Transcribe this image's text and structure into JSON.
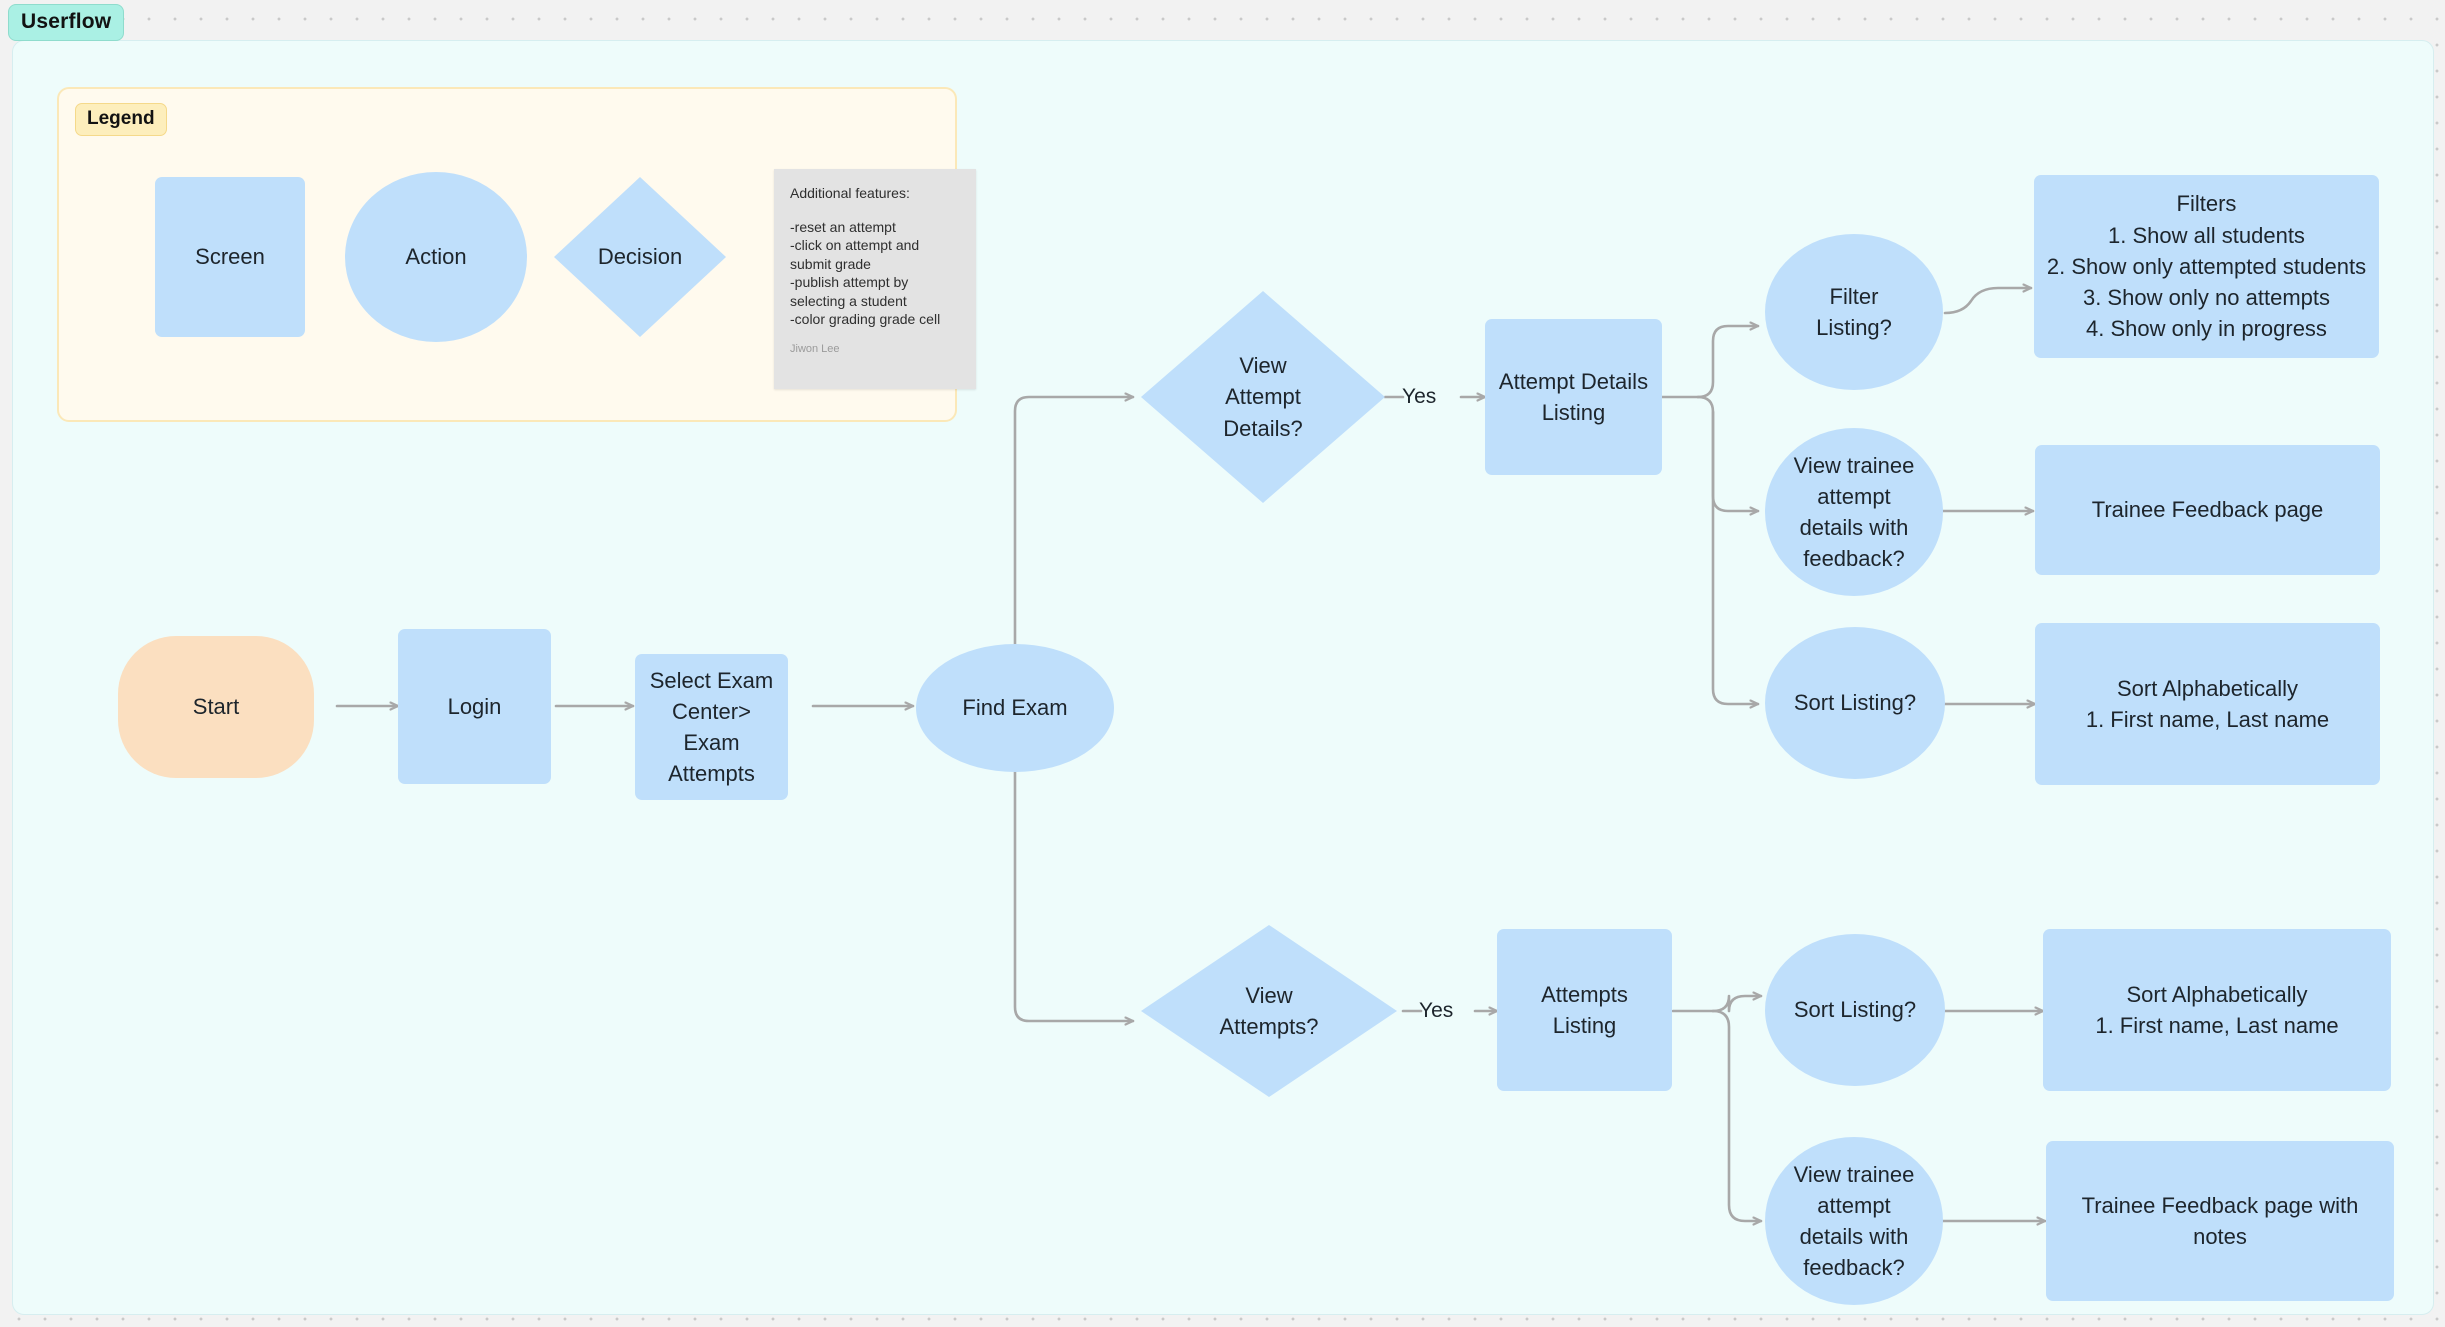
{
  "frame": {
    "tab_label": "Userflow",
    "background": "#eefcfb",
    "canvas_background": "#f2f2f2"
  },
  "legend": {
    "badge_label": "Legend",
    "background": "#fffaee",
    "border": "#fbe8b8",
    "shapes": [
      {
        "name": "screen",
        "label": "Screen",
        "shape": "rectangle",
        "fill": "#bfdffb"
      },
      {
        "name": "action",
        "label": "Action",
        "shape": "ellipse",
        "fill": "#bfdffb"
      },
      {
        "name": "decision",
        "label": "Decision",
        "shape": "diamond",
        "fill": "#bfdffb"
      }
    ],
    "sticky_note": {
      "title": "Additional features:",
      "items": [
        "-reset an attempt",
        "-click on attempt and submit grade",
        "-publish attempt by selecting a student",
        "-color grading grade cell"
      ],
      "author": "Jiwon Lee",
      "fill": "#e3e3e3"
    }
  },
  "colors": {
    "node_blue": "#bfdffb",
    "start_peach": "#fbdfc0",
    "connector_gray": "#a8a8a8",
    "text_dark": "#1d252c"
  },
  "flow": {
    "nodes": {
      "start": {
        "label": "Start",
        "type": "terminator"
      },
      "login": {
        "label": "Login",
        "type": "screen"
      },
      "select_exam": {
        "label": "Select Exam\nCenter>\nExam\nAttempts",
        "type": "screen"
      },
      "find_exam": {
        "label": "Find Exam",
        "type": "action"
      },
      "view_attempt_details": {
        "label": "View\nAttempt\nDetails?",
        "type": "decision"
      },
      "attempt_details_listing": {
        "label": "Attempt Details\nListing",
        "type": "screen"
      },
      "filter_listing": {
        "label": "Filter\nListing?",
        "type": "action"
      },
      "filters_box": {
        "label": "Filters\n1. Show all students\n2. Show only attempted students\n3. Show only no attempts\n4. Show only in progress",
        "type": "screen"
      },
      "view_trainee_top": {
        "label": "View trainee\nattempt\ndetails with\nfeedback?",
        "type": "action"
      },
      "trainee_feedback_page": {
        "label": "Trainee Feedback page",
        "type": "screen"
      },
      "sort_listing_top": {
        "label": "Sort Listing?",
        "type": "action"
      },
      "sort_alpha_top": {
        "label": "Sort Alphabetically\n1. First name, Last name",
        "type": "screen"
      },
      "view_attempts": {
        "label": "View\nAttempts?",
        "type": "decision"
      },
      "attempts_listing": {
        "label": "Attempts\nListing",
        "type": "screen"
      },
      "sort_listing_bottom": {
        "label": "Sort Listing?",
        "type": "action"
      },
      "sort_alpha_bottom": {
        "label": "Sort Alphabetically\n1. First name, Last name",
        "type": "screen"
      },
      "view_trainee_bottom": {
        "label": "View trainee\nattempt\ndetails with\nfeedback?",
        "type": "action"
      },
      "trainee_feedback_notes": {
        "label": "Trainee Feedback page with\nnotes",
        "type": "screen"
      }
    },
    "edge_labels": {
      "yes_top": "Yes",
      "yes_bottom": "Yes"
    }
  }
}
